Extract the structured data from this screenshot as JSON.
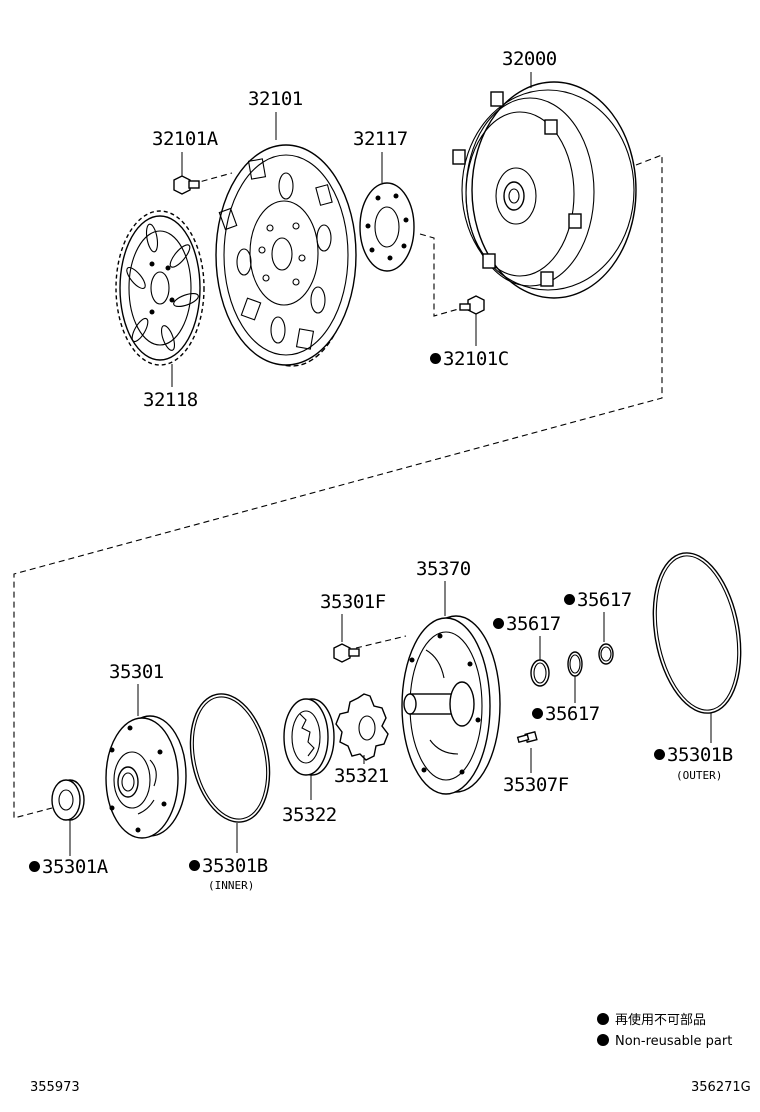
{
  "parts": {
    "p32000": "32000",
    "p32101": "32101",
    "p32101A": "32101A",
    "p32117": "32117",
    "p32118": "32118",
    "p32101C": "32101C",
    "p35370": "35370",
    "p35301F": "35301F",
    "p35617a": "35617",
    "p35617b": "35617",
    "p35617c": "35617",
    "p35301": "35301",
    "p35321": "35321",
    "p35322": "35322",
    "p35307F": "35307F",
    "p35301B_outer": "35301B",
    "p35301B_inner": "35301B",
    "p35301A": "35301A"
  },
  "sublabels": {
    "outer": "(OUTER)",
    "inner": "(INNER)"
  },
  "legend": {
    "japanese": "再使用不可部品",
    "english": "Non-reusable part"
  },
  "footer": {
    "left_code": "355973",
    "right_code": "356271G"
  }
}
